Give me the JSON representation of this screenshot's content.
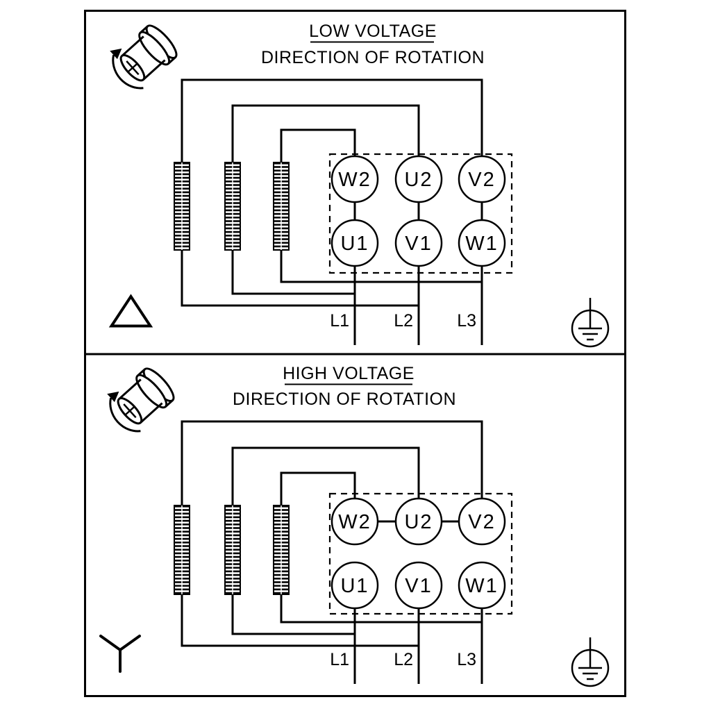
{
  "colors": {
    "ink": "#000000",
    "paper": "#ffffff"
  },
  "panels": [
    {
      "title": "LOW VOLTAGE",
      "subtitle": "DIRECTION OF ROTATION",
      "connection": "delta",
      "terminals": {
        "top": [
          "W2",
          "U2",
          "V2"
        ],
        "bottom": [
          "U1",
          "V1",
          "W1"
        ]
      },
      "supply_lines": [
        "L1",
        "L2",
        "L3"
      ]
    },
    {
      "title": "HIGH VOLTAGE",
      "subtitle": "DIRECTION OF ROTATION",
      "connection": "star",
      "terminals": {
        "top": [
          "W2",
          "U2",
          "V2"
        ],
        "bottom": [
          "U1",
          "V1",
          "W1"
        ]
      },
      "supply_lines": [
        "L1",
        "L2",
        "L3"
      ]
    }
  ]
}
